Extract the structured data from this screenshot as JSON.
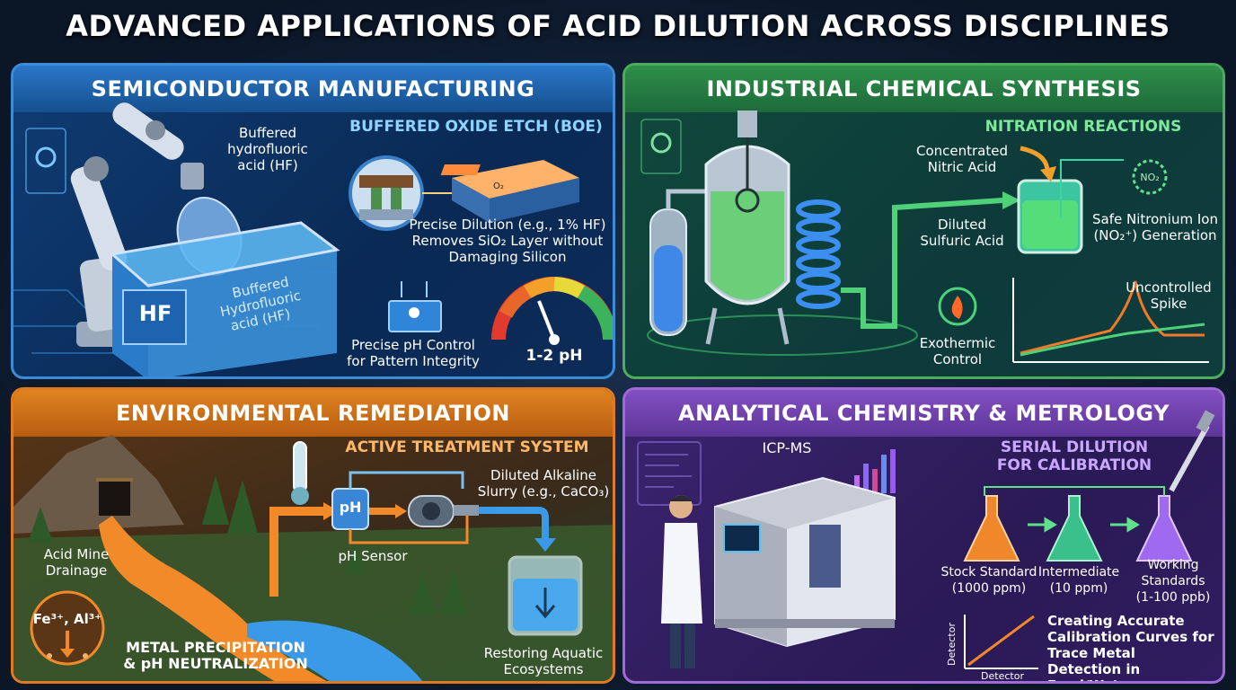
{
  "title": "ADVANCED APPLICATIONS OF ACID DILUTION ACROSS DISCIPLINES",
  "semiconductor": {
    "heading": "SEMICONDUCTOR MANUFACTURING",
    "hf_label_1": "Buffered",
    "hf_label_2": "hydrofluoric",
    "hf_label_3": "acid (HF)",
    "tank_badge": "HF",
    "tank_side_1": "Buffered",
    "tank_side_2": "Hydrofluoric",
    "tank_side_3": "acid (HF)",
    "boe_title": "BUFFERED OXIDE ETCH (BOE)",
    "oxide_tag": "O₂",
    "dilution_1": "Precise Dilution (e.g., 1% HF)",
    "dilution_2": "Removes SiO₂ Layer without",
    "dilution_3": "Damaging Silicon",
    "ph_control_1": "Precise pH Control",
    "ph_control_2": "for Pattern Integrity",
    "gauge_value": "1-2 pH"
  },
  "industrial": {
    "heading": "INDUSTRIAL CHEMICAL SYNTHESIS",
    "nitration_title": "NITRATION REACTIONS",
    "nitric_1": "Concentrated",
    "nitric_2": "Nitric Acid",
    "sulfuric_1": "Diluted",
    "sulfuric_2": "Sulfuric Acid",
    "no2_badge": "NO₂",
    "nitronium_1": "Safe Nitronium Ion",
    "nitronium_2": "(NO₂⁺) Generation",
    "exo_1": "Exothermic",
    "exo_2": "Control",
    "spike_1": "Uncontrolled",
    "spike_2": "Spike"
  },
  "environmental": {
    "heading": "ENVIRONMENTAL REMEDIATION",
    "system_title": "ACTIVE TREATMENT SYSTEM",
    "ph_box": "pH",
    "slurry_1": "Diluted Alkaline",
    "slurry_2": "Slurry (e.g., CaCO₃)",
    "sensor": "pH Sensor",
    "drainage_1": "Acid Mine",
    "drainage_2": "Drainage",
    "ions": "Fe³⁺, Al³⁺",
    "precip_1": "METAL PRECIPITATION",
    "precip_2": "& pH NEUTRALIZATION",
    "restore_1": "Restoring Aquatic",
    "restore_2": "Ecosystems"
  },
  "analytical": {
    "heading": "ANALYTICAL CHEMISTRY & METROLOGY",
    "icp": "ICP-MS",
    "serial_1": "SERIAL DILUTION",
    "serial_2": "FOR CALIBRATION",
    "stock_1": "Stock Standard",
    "stock_2": "(1000 ppm)",
    "inter_1": "Intermediate",
    "inter_2": "(10 ppm)",
    "work_1": "Working",
    "work_2": "Standards",
    "work_3": "(1-100 ppb)",
    "axis_y": "Detector",
    "axis_x": "Detector",
    "curve_1": "Creating Accurate",
    "curve_2": "Calibration Curves for",
    "curve_3": "Trace Metal",
    "curve_4": "Detection in Food/Water"
  }
}
